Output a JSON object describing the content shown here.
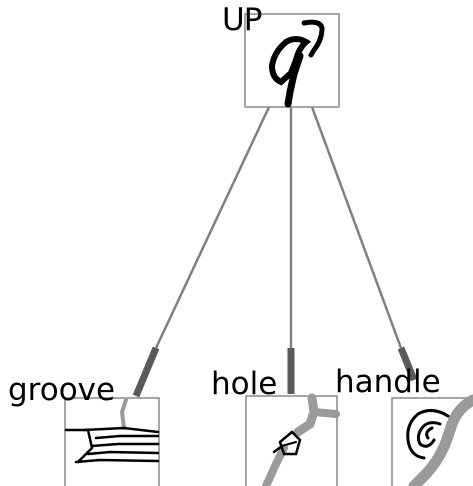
{
  "diagram": {
    "root": {
      "label": "UP"
    },
    "children": [
      {
        "id": "groove",
        "label": "groove"
      },
      {
        "id": "hole",
        "label": "hole"
      },
      {
        "id": "handle",
        "label": "handle"
      }
    ],
    "colors": {
      "edge": "#808080",
      "edge_end": "#595959",
      "box_border": "#888888",
      "stroke_dark": "#000000",
      "stroke_grey": "#9a9a9a",
      "label": "#000000"
    }
  }
}
